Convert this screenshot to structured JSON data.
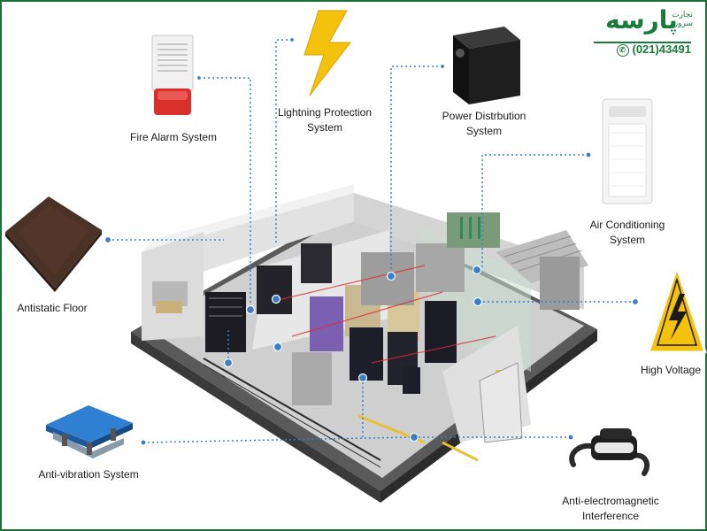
{
  "brand": {
    "name": "پارسه",
    "sub_line1": "تجارت",
    "sub_line2": "سرور",
    "phone": "(021)43491"
  },
  "labels": {
    "fire_alarm": [
      "Fire Alarm System"
    ],
    "lightning": [
      "Lightning Protection",
      "System"
    ],
    "power": [
      "Power Distrbution",
      "System"
    ],
    "air": [
      "Air Conditioning",
      "System"
    ],
    "antistatic": [
      "Antistatic Floor"
    ],
    "high_voltage": [
      "High Voltage"
    ],
    "antivibration": [
      "Anti-vibration System"
    ],
    "antiemi": [
      "Anti-electromagnetic",
      "Interference"
    ]
  },
  "colors": {
    "brand_green": "#1a7a3a",
    "frame_green": "#1f6e3a",
    "connector_blue": "#3a7fc8",
    "lightning_yellow": "#f4c20d",
    "alarm_red": "#d9302c"
  },
  "icons": {
    "fire_alarm": "fire-alarm-icon",
    "lightning": "lightning-bolt-icon",
    "power": "power-distribution-icon",
    "air": "air-conditioner-icon",
    "antistatic": "antistatic-floor-tile-icon",
    "high_voltage": "high-voltage-warning-icon",
    "antivibration": "anti-vibration-platform-icon",
    "antiemi": "emi-ferrite-cable-icon",
    "phone": "phone-icon"
  }
}
